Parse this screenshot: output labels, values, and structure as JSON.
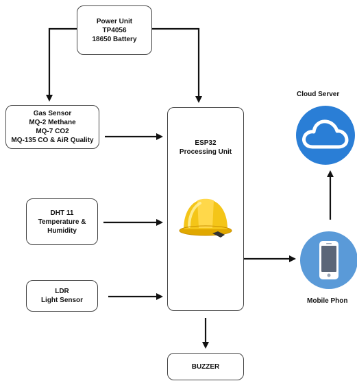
{
  "power_unit": {
    "lines": [
      "Power Unit",
      "TP4056",
      "18650 Battery"
    ]
  },
  "gas_sensor": {
    "lines": [
      "Gas Sensor",
      "MQ-2 Methane",
      "MQ-7 CO2",
      "MQ-135 CO & AiR Quality"
    ]
  },
  "dht_sensor": {
    "lines": [
      "DHT 11",
      "Temperature &",
      "Humidity"
    ]
  },
  "ldr_sensor": {
    "lines": [
      "LDR",
      "Light Sensor"
    ]
  },
  "esp32": {
    "lines": [
      "ESP32",
      "Processing Unit"
    ],
    "icon": "safety-helmet-icon"
  },
  "buzzer": {
    "label": "BUZZER"
  },
  "cloud": {
    "label": "Cloud Server",
    "icon": "cloud-icon"
  },
  "mobile": {
    "label": "Mobile Phon",
    "icon": "smartphone-icon"
  },
  "colors": {
    "line": "#111111",
    "cloud_circle": "#2a7ed6",
    "phone_circle": "#5a9ad8",
    "helmet": "#f4c518"
  }
}
